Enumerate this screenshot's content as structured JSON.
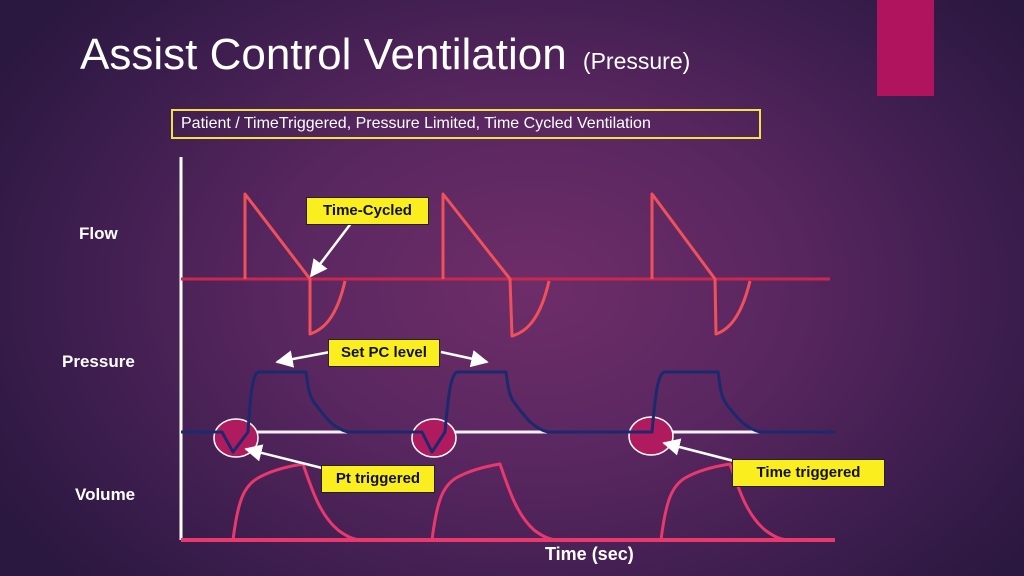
{
  "slide": {
    "title": "Assist Control Ventilation",
    "title_qualifier": "(Pressure)",
    "subtitle": "Patient / TimeTriggered, Pressure Limited, Time Cycled Ventilation",
    "accent_color": "#b0145f"
  },
  "rows": {
    "flow": "Flow",
    "pressure": "Pressure",
    "volume": "Volume"
  },
  "x_axis": {
    "title": "Time (sec)"
  },
  "callouts": {
    "time_cycled": "Time-Cycled",
    "set_pc_level": "Set PC level",
    "pt_triggered": "Pt triggered",
    "time_triggered": "Time triggered"
  },
  "colors": {
    "flow_wave": "#f0505a",
    "pressure_wave": "#1a2a6c",
    "volume_wave": "#e8386e",
    "baseline_flow": "#c8284e",
    "baseline_pressure": "#f2eef4",
    "trigger_marker": "#b01a5e",
    "callout_fill": "#fbee1f"
  }
}
